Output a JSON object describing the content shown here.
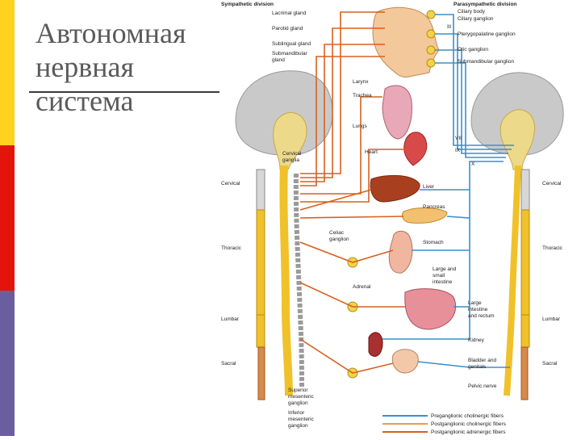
{
  "slide": {
    "title_lines": [
      "Автономная",
      "нервная",
      "система"
    ],
    "colors": {
      "accent_yellow": "#ffd21e",
      "accent_red": "#e3140c",
      "accent_purple": "#6b5e9e"
    }
  },
  "diagram": {
    "headers": {
      "left": "Sympathetic division",
      "right": "Parasympathetic division"
    },
    "left_labels": {
      "cervical": "Cervical",
      "thoracic": "Thoracic",
      "lumbar": "Lumbar",
      "sacral": "Sacral"
    },
    "right_labels": {
      "cervical": "Cervical",
      "thoracic": "Thoracic",
      "lumbar": "Lumbar",
      "sacral": "Sacral"
    },
    "head_labels": {
      "lacrimal": "Lacrimal gland",
      "parotid": "Parotid gland",
      "sublingual": "Sublingual gland",
      "submandibular_1": "Submandibular",
      "submandibular_2": "gland"
    },
    "ganglia_right": {
      "ciliary_body": "Ciliary body",
      "ciliary_ganglion": "Ciliary ganglion",
      "pterygopalatine": "Pterygopalatine ganglion",
      "otic": "Otic ganglion",
      "submandibular": "Submandibular ganglion"
    },
    "cranial_nerves": {
      "iii": "III",
      "vii": "VII",
      "ix": "IX",
      "x": "X"
    },
    "organs": {
      "larynx": "Larynx",
      "trachea": "Trachea",
      "lungs": "Lungs",
      "heart": "Heart",
      "cervical_ganglia_1": "Cervical",
      "cervical_ganglia_2": "ganglia",
      "liver": "Liver",
      "pancreas": "Pancreas",
      "celiac_1": "Celiac",
      "celiac_2": "ganglion",
      "stomach": "Stomach",
      "intestine_1": "Large and",
      "intestine_2": "small",
      "intestine_3": "intestine",
      "adrenal": "Adrenal",
      "large_int_1": "Large",
      "large_int_2": "intestine",
      "large_int_3": "and rectum",
      "kidney": "Kidney",
      "bladder_1": "Bladder and",
      "bladder_2": "genitals",
      "pelvic": "Pelvic nerve",
      "sup_mes_1": "Superior",
      "sup_mes_2": "mesenteric",
      "sup_mes_3": "ganglion",
      "inf_mes_1": "Inferior",
      "inf_mes_2": "mesenteric",
      "inf_mes_3": "ganglion"
    },
    "legend": {
      "pre": "Preganglionic cholinergic fibers",
      "post_ch": "Postganglionic cholinergic fibers",
      "post_adr": "Postganglionic adrenergic fibers"
    },
    "fiber_colors": {
      "preganglionic": "#3a8fc9",
      "postganglionic_cholinergic": "#e89a5a",
      "postganglionic_adrenergic": "#d8601e"
    }
  }
}
